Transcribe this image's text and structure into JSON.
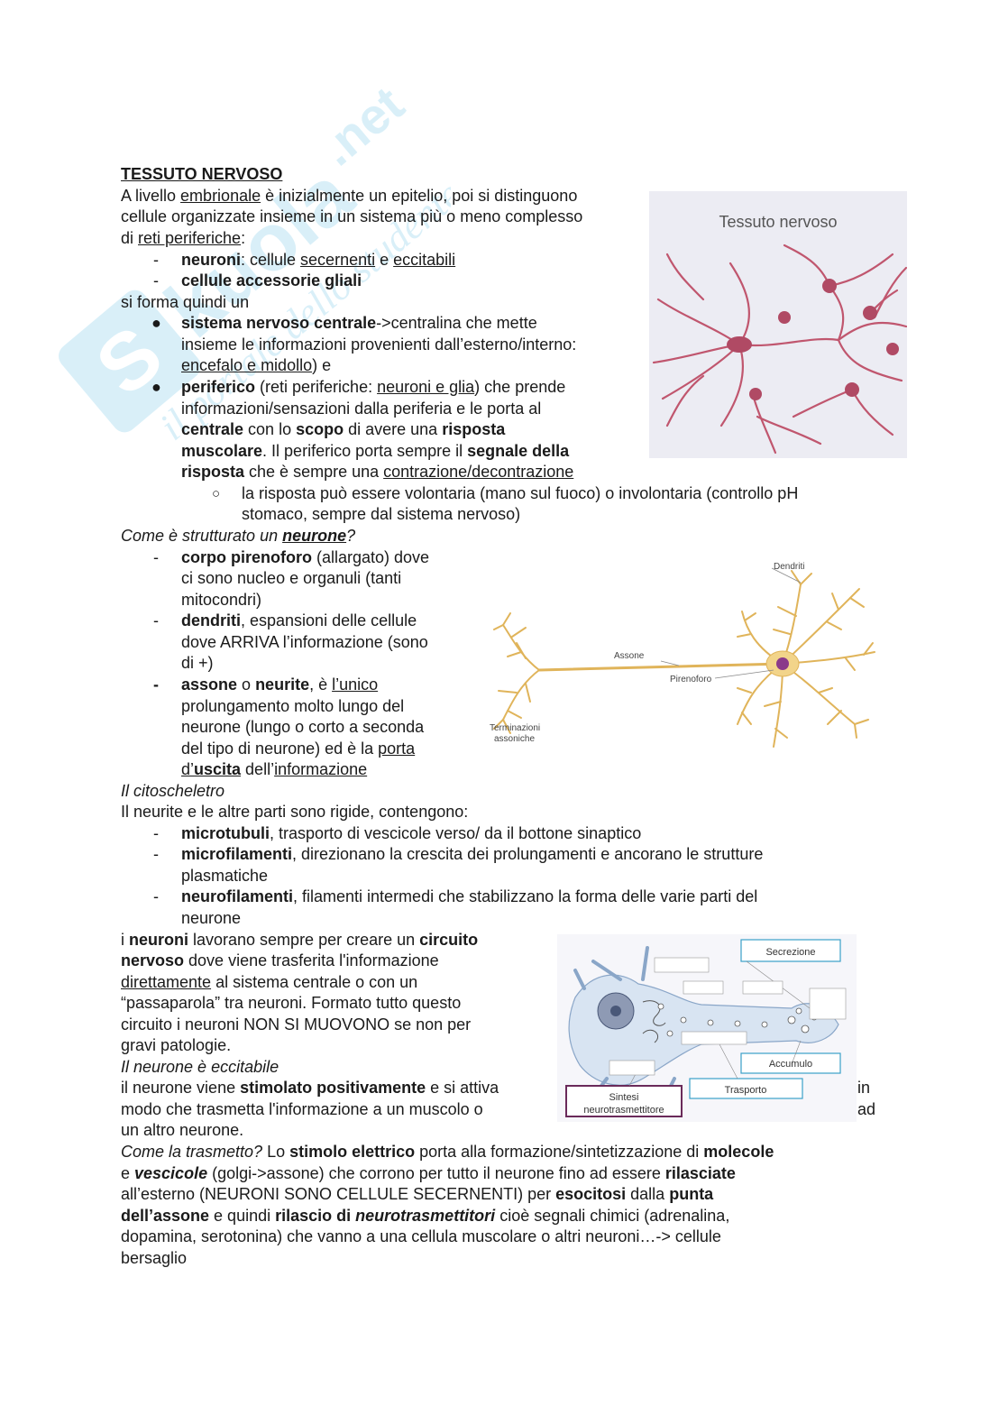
{
  "watermark": {
    "brand": "Skuola.net",
    "tagline": "il portale dello studente"
  },
  "heading": "TESSUTO NERVOSO",
  "intro": {
    "l1a": "A livello ",
    "l1u": "embrionale",
    "l1b": " è inizialmente un epitelio, poi si distinguono",
    "l2": "cellule organizzate insieme in un sistema più o meno complesso",
    "l3a": "di ",
    "l3u": "reti periferiche",
    "l3b": ":"
  },
  "list1": {
    "item1_b": "neuroni",
    "item1_a": ": cellule ",
    "item1_u1": "secernenti",
    "item1_c": " e ",
    "item1_u2": "eccitabili",
    "item2_b": "cellule accessorie gliali"
  },
  "si_forma": "si forma quindi un",
  "bullets": {
    "b1_l1_b": "sistema nervoso centrale",
    "b1_l1": "->centralina che mette",
    "b1_l2": "insieme le informazioni provenienti dall’esterno/interno:",
    "b1_l3_u": "encefalo e midollo",
    "b1_l3": ") e",
    "b2_l1_b": "periferico",
    "b2_l1_a": " (reti periferiche: ",
    "b2_l1_u": "neuroni e glia",
    "b2_l1_c": ") che prende",
    "b2_l2": "informazioni/sensazioni dalla periferia e le porta al",
    "b2_l3_b1": "centrale",
    "b2_l3_a": " con lo ",
    "b2_l3_b2": "scopo",
    "b2_l3_c": " di avere una ",
    "b2_l3_b3": "risposta",
    "b2_l4_b1": "muscolare",
    "b2_l4_a": ". Il periferico porta sempre il ",
    "b2_l4_b2": "segnale della",
    "b2_l5_b": "risposta",
    "b2_l5_a": " che è sempre una ",
    "b2_l5_u": "contrazione/decontrazione",
    "sub_l1": "la risposta può essere volontaria (mano sul fuoco) o involontaria (controllo pH",
    "sub_l2": "stomaco, sempre dal sistema nervoso)"
  },
  "neuron_q": {
    "a": "Come è strutturato un ",
    "b": "neurone",
    "c": "?"
  },
  "neuron_list": {
    "c1_b": "corpo pirenoforo",
    "c1": " (allargato) dove",
    "c2": "ci sono nucleo e organuli (tanti",
    "c3": "mitocondri)",
    "d1_b": "dendriti",
    "d1": ", espansioni delle cellule",
    "d2": "dove ARRIVA l’informazione (sono",
    "d3": "di +)",
    "a1_b1": "assone",
    "a1_a": " o ",
    "a1_b2": "neurite",
    "a1_c": ", è ",
    "a1_u": "l’unico",
    "a2": "prolungamento molto lungo del",
    "a3": "neurone (lungo o corto a seconda",
    "a4a": "del tipo di neurone) ed è la ",
    "a4u": "porta",
    "a5u1": "d’",
    "a5ub": "uscita",
    "a5a": " dell’",
    "a5u2": "informazione"
  },
  "cito": {
    "title": "Il citoscheletro",
    "intro": "Il neurite e le altre parti sono rigide, contengono:",
    "m1_b": "microtubuli",
    "m1": ", trasporto di vescicole verso/ da il bottone sinaptico",
    "m2_b": "microfilamenti",
    "m2": ", direzionano la crescita dei prolungamenti e ancorano le strutture",
    "m2b": "plasmatiche",
    "m3_b": "neurofilamenti",
    "m3": ", filamenti intermedi che stabilizzano la forma delle varie parti del",
    "m3b": "neurone"
  },
  "circuit": {
    "l1a": "i ",
    "l1b": "neuroni",
    "l1c": " lavorano sempre per creare un ",
    "l1d": "circuito",
    "l2b": "nervoso",
    "l2": " dove viene trasferita l'informazione",
    "l3u": "direttamente",
    "l3": " al sistema centrale o con un",
    "l4": "“passaparola” tra neuroni. Formato tutto questo",
    "l5": "circuito i neuroni NON SI MUOVONO se non per",
    "l6": "gravi patologie."
  },
  "eccitabile": {
    "title": "Il neurone è eccitabile",
    "l1a": "il neurone viene ",
    "l1b": "stimolato positivamente",
    "l1c": " e si attiva",
    "l1_end": "in",
    "l2": "modo che trasmetta l'informazione a un muscolo o",
    "l2_end": "ad",
    "l3": "un altro neurone."
  },
  "trasmetto": {
    "l1_i": "Come la trasmetto?",
    "l1a": " Lo ",
    "l1b1": "stimolo elettrico",
    "l1c": " porta alla formazione/sintetizzazione di ",
    "l1b2": "molecole",
    "l2a": "e ",
    "l2bi": "vescicole",
    "l2c": " (golgi->assone) che corrono per tutto il neurone fino ad essere ",
    "l2b": "rilasciate",
    "l3a": "all’esterno (NEURONI SONO CELLULE SECERNENTI) per ",
    "l3b1": "esocitosi",
    "l3c": " dalla ",
    "l3b2": "punta",
    "l4b1": "dell’assone",
    "l4a": " e quindi ",
    "l4b2": "rilascio di ",
    "l4bi": "neurotrasmettitori",
    "l4c": " cioè segnali chimici (adrenalina,",
    "l5": "dopamina, serotonina) che vanno a una cellula muscolare o altri neuroni…-> cellule",
    "l6": "bersaglio"
  },
  "figures": {
    "fig1_title": "Tessuto nervoso",
    "fig2": {
      "dendriti": "Dendriti",
      "assone": "Assone",
      "pirenoforo": "Pirenoforo",
      "term1": "Terminazioni",
      "term2": "assoniche"
    },
    "fig3": {
      "secrezione": "Secrezione",
      "accumulo": "Accumulo",
      "trasporto": "Trasporto",
      "sintesi1": "Sintesi",
      "sintesi2": "neurotrasmettitore"
    }
  },
  "colors": {
    "text": "#1a1a1a",
    "fig1_bg": "#ececf3",
    "neuron_pink": "#c0566e",
    "neuron_yellow": "#e8c46a",
    "watermark_blue": "#1aa3d9",
    "sintesi_border": "#6a2a5a",
    "box_border": "#3aa0c8"
  }
}
